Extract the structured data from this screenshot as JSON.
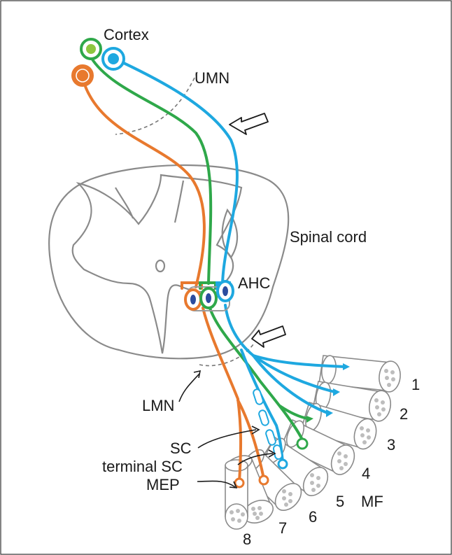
{
  "labels": {
    "cortex": "Cortex",
    "umn": "UMN",
    "spinal_cord": "Spinal cord",
    "ahc": "AHC",
    "lmn": "LMN",
    "sc": "SC",
    "terminal_sc": "terminal SC",
    "mep": "MEP",
    "mf": "MF"
  },
  "fiber_numbers": [
    "1",
    "2",
    "3",
    "4",
    "5",
    "6",
    "7",
    "8"
  ],
  "colors": {
    "orange": "#E8792E",
    "green": "#2FA84A",
    "blue": "#1EA8E0",
    "gray_outline": "#8a8a8a",
    "nucleus": "#2B4C9E"
  }
}
